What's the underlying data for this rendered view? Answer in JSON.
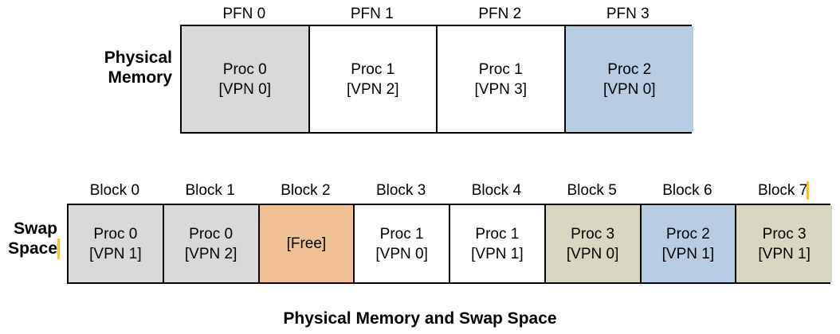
{
  "figure": {
    "caption": "Physical Memory and Swap Space"
  },
  "colors": {
    "grey": "#d9d9d9",
    "blue": "#b8cce4",
    "orange": "#f2c193",
    "khaki": "#d8d7c2",
    "white": "#ffffff",
    "border": "#000000",
    "caret": "#f2c14a"
  },
  "physical_memory": {
    "label": "Physical\nMemory",
    "captions": [
      "PFN 0",
      "PFN 1",
      "PFN 2",
      "PFN 3"
    ],
    "cells": [
      {
        "line1": "Proc 0",
        "line2": "[VPN 0]",
        "fill": "#d9d9d9"
      },
      {
        "line1": "Proc 1",
        "line2": "[VPN 2]",
        "fill": "#ffffff"
      },
      {
        "line1": "Proc 1",
        "line2": "[VPN 3]",
        "fill": "#ffffff"
      },
      {
        "line1": "Proc 2",
        "line2": "[VPN 0]",
        "fill": "#b8cce4"
      }
    ]
  },
  "swap_space": {
    "label": "Swap\nSpace",
    "captions": [
      "Block 0",
      "Block 1",
      "Block 2",
      "Block 3",
      "Block 4",
      "Block 5",
      "Block 6",
      "Block 7"
    ],
    "cells": [
      {
        "line1": "Proc 0",
        "line2": "[VPN 1]",
        "fill": "#d9d9d9"
      },
      {
        "line1": "Proc 0",
        "line2": "[VPN 2]",
        "fill": "#d9d9d9"
      },
      {
        "line1": "[Free]",
        "line2": "",
        "fill": "#f2c193"
      },
      {
        "line1": "Proc 1",
        "line2": "[VPN 0]",
        "fill": "#ffffff"
      },
      {
        "line1": "Proc 1",
        "line2": "[VPN 1]",
        "fill": "#ffffff"
      },
      {
        "line1": "Proc 3",
        "line2": "[VPN 0]",
        "fill": "#d8d7c2"
      },
      {
        "line1": "Proc 2",
        "line2": "[VPN 1]",
        "fill": "#b8cce4"
      },
      {
        "line1": "Proc 3",
        "line2": "[VPN 1]",
        "fill": "#d8d7c2"
      }
    ]
  }
}
